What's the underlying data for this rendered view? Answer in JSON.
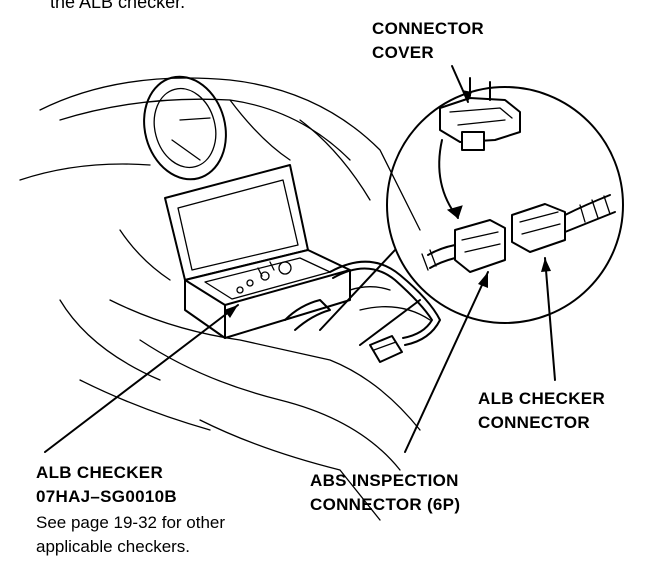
{
  "header_fragment": "the ALB checker.",
  "labels": {
    "connector_cover_line1": "CONNECTOR",
    "connector_cover_line2": "COVER",
    "alb_checker_connector_line1": "ALB CHECKER",
    "alb_checker_connector_line2": "CONNECTOR",
    "abs_inspection_line1": "ABS INSPECTION",
    "abs_inspection_line2": "CONNECTOR (6P)",
    "alb_checker_line1": "ALB CHECKER",
    "alb_checker_line2": "07HAJ–SG0010B",
    "alb_checker_note_line1": "See page 19-32 for other",
    "alb_checker_note_line2": "applicable checkers."
  }
}
